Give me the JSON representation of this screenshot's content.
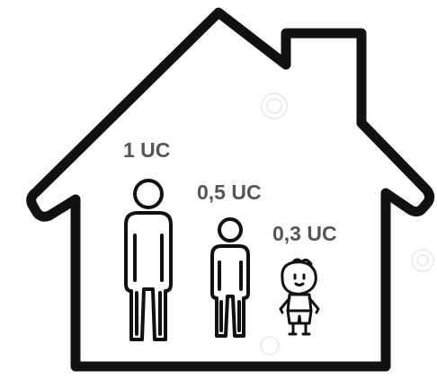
{
  "labels": {
    "adult": "1 UC",
    "teen": "0,5 UC",
    "child": "0,3 UC"
  },
  "colors": {
    "outline": "#111111",
    "label_text": "#555555",
    "background": "#ffffff",
    "watermark": "#e6e6e6"
  },
  "figures": [
    {
      "name": "adult",
      "icon": "adult-figure-icon"
    },
    {
      "name": "teen",
      "icon": "teen-figure-icon"
    },
    {
      "name": "child",
      "icon": "child-figure-icon"
    }
  ]
}
